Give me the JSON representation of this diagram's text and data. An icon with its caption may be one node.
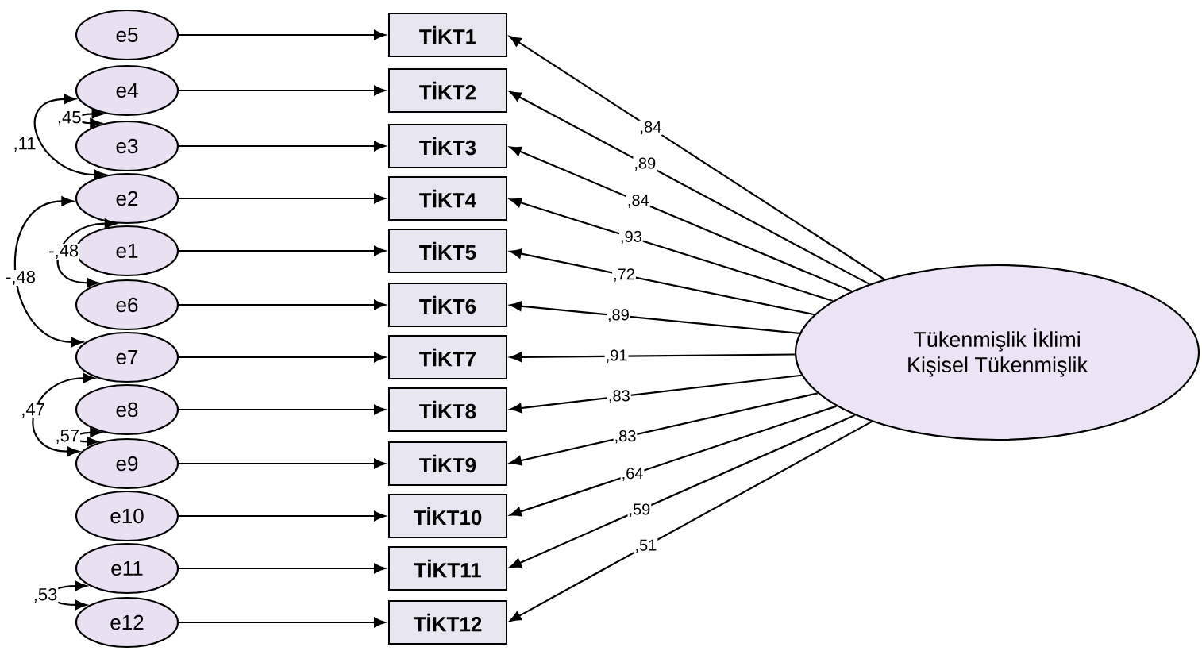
{
  "diagram": {
    "nodes": [
      {
        "text": [
          "e5"
        ]
      },
      {
        "text": [
          "e4"
        ]
      },
      {
        "text": [
          "e3"
        ]
      },
      {
        "text": [
          "e2"
        ]
      },
      {
        "text": [
          "e1"
        ]
      },
      {
        "text": [
          "e6"
        ]
      },
      {
        "text": [
          "e7"
        ]
      },
      {
        "text": [
          "e8"
        ]
      },
      {
        "text": [
          "e9"
        ]
      },
      {
        "text": [
          "e10"
        ]
      },
      {
        "text": [
          "e11"
        ]
      },
      {
        "text": [
          "e12"
        ]
      },
      {
        "text": [
          "TİKT1"
        ]
      },
      {
        "text": [
          "TİKT2"
        ]
      },
      {
        "text": [
          "TİKT3"
        ]
      },
      {
        "text": [
          "TİKT4"
        ]
      },
      {
        "text": [
          "TİKT5"
        ]
      },
      {
        "text": [
          "TİKT6"
        ]
      },
      {
        "text": [
          "TİKT7"
        ]
      },
      {
        "text": [
          "TİKT8"
        ]
      },
      {
        "text": [
          "TİKT9"
        ]
      },
      {
        "text": [
          "TİKT10"
        ]
      },
      {
        "text": [
          "TİKT11"
        ]
      },
      {
        "text": [
          "TİKT12"
        ]
      },
      {
        "text": [
          "Tükenmişlik İklimi",
          "Kişisel Tükenmişlik"
        ]
      }
    ],
    "edges": [
      {
        "from": 0,
        "to": 12,
        "arrow": "to"
      },
      {
        "from": 1,
        "to": 13,
        "arrow": "to"
      },
      {
        "from": 2,
        "to": 14,
        "arrow": "to"
      },
      {
        "from": 3,
        "to": 15,
        "arrow": "to"
      },
      {
        "from": 4,
        "to": 16,
        "arrow": "to"
      },
      {
        "from": 5,
        "to": 17,
        "arrow": "to"
      },
      {
        "from": 6,
        "to": 18,
        "arrow": "to"
      },
      {
        "from": 7,
        "to": 19,
        "arrow": "to"
      },
      {
        "from": 8,
        "to": 20,
        "arrow": "to"
      },
      {
        "from": 9,
        "to": 21,
        "arrow": "to"
      },
      {
        "from": 10,
        "to": 22,
        "arrow": "to"
      },
      {
        "from": 11,
        "to": 23,
        "arrow": "to"
      },
      {
        "from": 24,
        "to": 12,
        "arrow": "to",
        "label": ",84"
      },
      {
        "from": 24,
        "to": 13,
        "arrow": "to",
        "label": ",89"
      },
      {
        "from": 24,
        "to": 14,
        "arrow": "to",
        "label": ",84"
      },
      {
        "from": 24,
        "to": 15,
        "arrow": "to",
        "label": ",93"
      },
      {
        "from": 24,
        "to": 16,
        "arrow": "to",
        "label": ",72"
      },
      {
        "from": 24,
        "to": 17,
        "arrow": "to",
        "label": ",89"
      },
      {
        "from": 24,
        "to": 18,
        "arrow": "to",
        "label": ",91"
      },
      {
        "from": 24,
        "to": 19,
        "arrow": "to",
        "label": ",83"
      },
      {
        "from": 24,
        "to": 20,
        "arrow": "to",
        "label": ",83"
      },
      {
        "from": 24,
        "to": 21,
        "arrow": "to",
        "label": ",64"
      },
      {
        "from": 24,
        "to": 22,
        "arrow": "to",
        "label": ",59"
      },
      {
        "from": 24,
        "to": 23,
        "arrow": "to",
        "label": ",51"
      },
      {
        "from": 1,
        "to": 2,
        "arrow": "both",
        "label": ",45"
      },
      {
        "from": 1,
        "to": 3,
        "arrow": "both",
        "label": ",11"
      },
      {
        "from": 3,
        "to": 5,
        "arrow": "both",
        "label": "-,48"
      },
      {
        "from": 3,
        "to": 6,
        "arrow": "both",
        "label": "-,48"
      },
      {
        "from": 6,
        "to": 8,
        "arrow": "both",
        "label": ",47"
      },
      {
        "from": 7,
        "to": 8,
        "arrow": "both",
        "label": ",57"
      },
      {
        "from": 10,
        "to": 11,
        "arrow": "both",
        "label": ",53"
      }
    ]
  }
}
